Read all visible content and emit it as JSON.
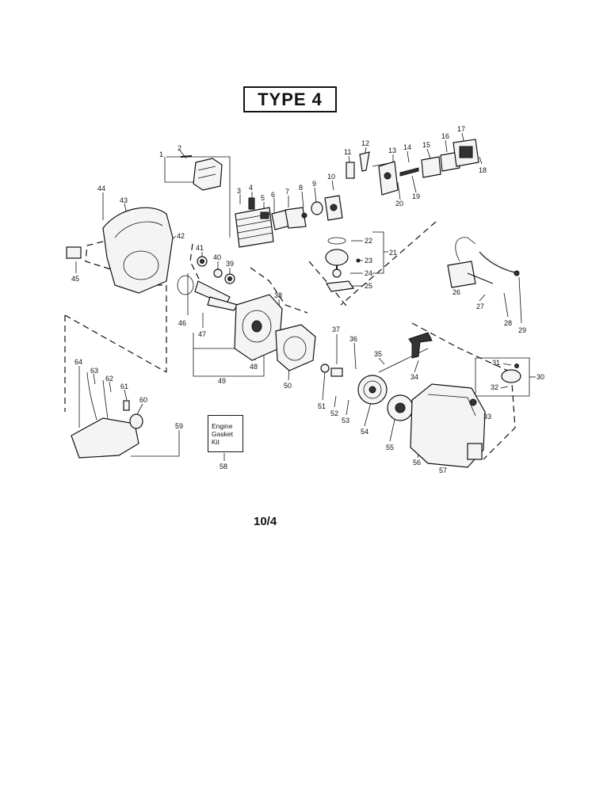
{
  "header": {
    "type_label": "TYPE 4"
  },
  "kit": {
    "line1": "Engine",
    "line2": "Gasket",
    "line3": "Kit"
  },
  "footer": {
    "page_number": "10/4"
  },
  "part_numbers": [
    "1",
    "2",
    "3",
    "4",
    "5",
    "6",
    "7",
    "8",
    "9",
    "10",
    "11",
    "12",
    "13",
    "14",
    "15",
    "16",
    "17",
    "18",
    "19",
    "20",
    "21",
    "22",
    "23",
    "24",
    "25",
    "26",
    "27",
    "28",
    "29",
    "30",
    "31",
    "32",
    "33",
    "34",
    "35",
    "36",
    "37",
    "38",
    "39",
    "40",
    "41",
    "42",
    "43",
    "44",
    "45",
    "46",
    "47",
    "48",
    "49",
    "50",
    "51",
    "52",
    "53",
    "54",
    "55",
    "56",
    "57",
    "58",
    "59",
    "60",
    "61",
    "62",
    "63",
    "64"
  ]
}
